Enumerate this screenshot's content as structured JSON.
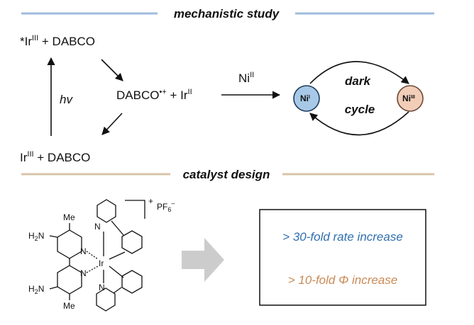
{
  "sections": {
    "mechanistic": "mechanistic study",
    "catalyst": "catalyst design"
  },
  "mechanism": {
    "ir_excited_pre": "*Ir",
    "ir_excited_sup": "III",
    "plus_dabco": " + DABCO",
    "dabco": "DABCO",
    "dabco_sup": "•+",
    "plus_ir": " + Ir",
    "ir2_sup": "II",
    "ir_ground": "Ir",
    "ir_ground_sup": "III",
    "hv": "hv",
    "ni": "Ni",
    "ni2_sup": "II"
  },
  "cycle": {
    "dark": "dark",
    "cycle_word": "cycle",
    "ni1": "Ni",
    "ni1_sup": "I",
    "ni3": "Ni",
    "ni3_sup": "III",
    "ni1_color": "#a7c8e6",
    "ni3_color": "#f2cdb8"
  },
  "structure": {
    "me_top": "Me",
    "me_bottom": "Me",
    "h2n_top": "H",
    "h2n_top_sub": "2",
    "h2n_top_end": "N",
    "h2n_bottom": "H",
    "h2n_bottom_sub": "2",
    "h2n_bottom_end": "N",
    "n_label": "N",
    "ir_label": "Ir",
    "charge": "+",
    "pf6": "PF",
    "pf6_sub": "6",
    "pf6_sup": "–"
  },
  "results": {
    "rate": "> 30-fold rate increase",
    "quantum": "> 10-fold Φ increase",
    "rate_color": "#2f6fae",
    "quantum_color": "#c98a55"
  },
  "colors": {
    "mechanistic_rule": "#9fbcdc",
    "catalyst_rule": "#d8c4a8",
    "arrow_gray": "#cccccc"
  }
}
